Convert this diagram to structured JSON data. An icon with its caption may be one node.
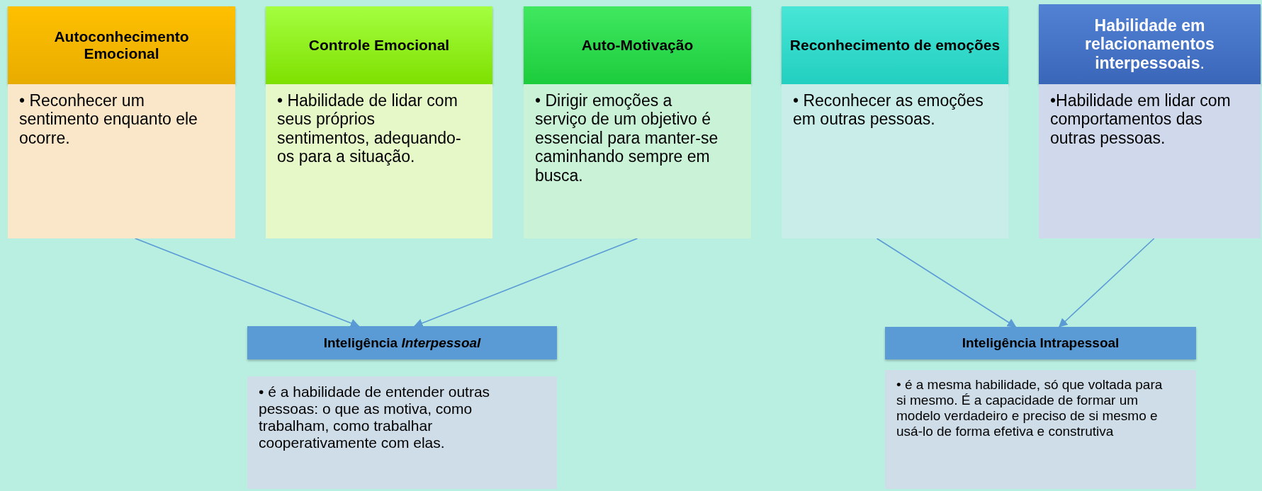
{
  "diagram": {
    "nodes": [
      {
        "text": [
          "Autoconhecimento Emocional"
        ]
      },
      {
        "text": [
          "• Reconhecer um sentimento enquanto ele ocorre."
        ]
      },
      {
        "text": [
          "Controle Emocional"
        ]
      },
      {
        "text": [
          "• Habilidade de lidar com seus próprios sentimentos, adequando-os para a situação."
        ]
      },
      {
        "text": [
          "Auto-Motivação"
        ]
      },
      {
        "text": [
          "• Dirigir emoções a serviço de um objetivo é essencial para manter-se caminhando sempre em busca."
        ]
      },
      {
        "text": [
          "Reconhecimento de emoções"
        ]
      },
      {
        "text": [
          "• Reconhecer as emoções em outras pessoas."
        ]
      },
      {
        "text": [
          "**Habilidade em relacionamentos interpessoais**."
        ]
      },
      {
        "text": [
          "•Habilidade em lidar com comportamentos das outras pessoas."
        ]
      },
      {
        "text": [
          "Inteligência *Interpessoal*"
        ]
      },
      {
        "text": [
          "• é a habilidade de entender outras pessoas: o que as motiva, como trabalham, como trabalhar cooperativamente com elas."
        ]
      },
      {
        "text": [
          "Inteligência Intrapessoal"
        ]
      },
      {
        "text": [
          "• é a mesma habilidade, só que voltada para si mesmo. É a capacidade de formar um modelo verdadeiro e preciso de si mesmo e usá-lo de forma efetiva e construtiva"
        ]
      }
    ],
    "edges": [
      {
        "from": 1,
        "to": 10,
        "arrow": "to"
      },
      {
        "from": 5,
        "to": 10,
        "arrow": "to"
      },
      {
        "from": 7,
        "to": 12,
        "arrow": "to"
      },
      {
        "from": 9,
        "to": 12,
        "arrow": "to"
      }
    ]
  }
}
